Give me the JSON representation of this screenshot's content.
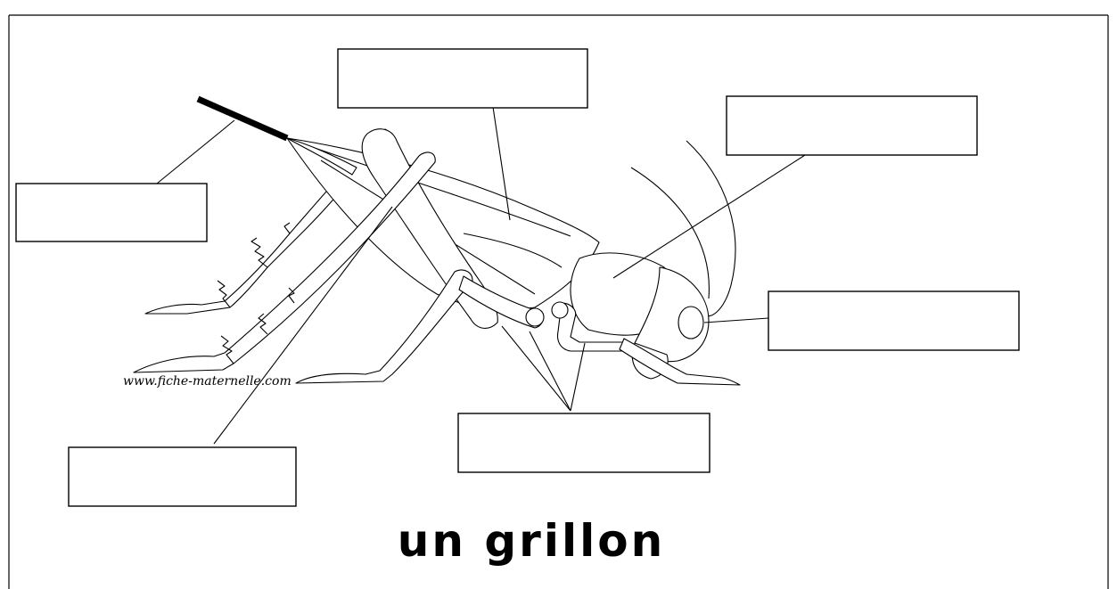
{
  "title": "un grillon",
  "watermark": "www.fiche-maternelle.com",
  "label_boxes": [
    {
      "id": "antenna",
      "text": ""
    },
    {
      "id": "wings",
      "text": ""
    },
    {
      "id": "thorax",
      "text": ""
    },
    {
      "id": "eye",
      "text": ""
    },
    {
      "id": "hind-leg",
      "text": ""
    },
    {
      "id": "legs",
      "text": ""
    }
  ],
  "colors": {
    "ink": "#000000",
    "paper": "#ffffff"
  }
}
